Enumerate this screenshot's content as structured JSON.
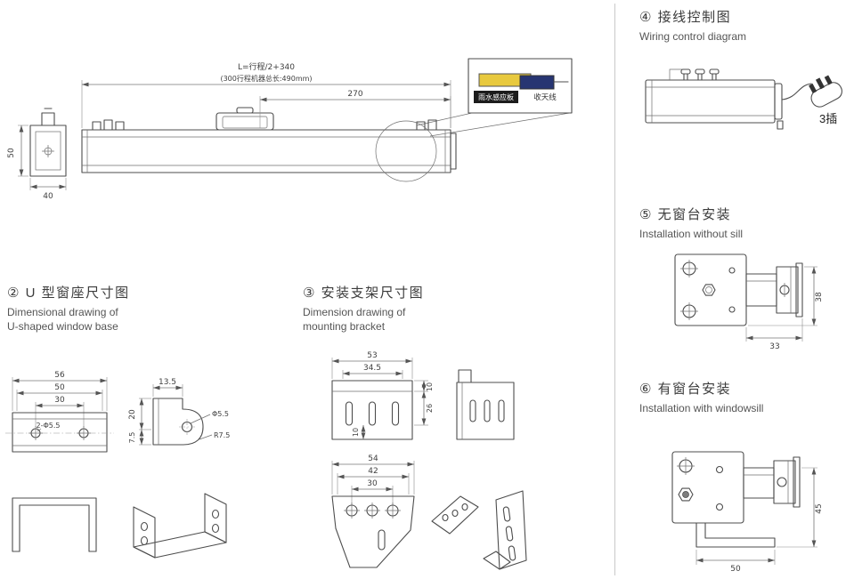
{
  "colors": {
    "sensor_board": "#e8c93e",
    "sensor_connector": "#273572",
    "label_bg": "#1c1c1c",
    "line": "#4d4d4d"
  },
  "main_drawing": {
    "dim_total_formula": "L=行程/2+340",
    "dim_total_note": "(300行程机器总长:490mm)",
    "dim_270": "270",
    "dim_height": "50",
    "dim_width": "40",
    "detail": {
      "rain_sensor_label": "雨水感应板",
      "antenna_label": "收天线"
    }
  },
  "section2": {
    "title": "② U 型窗座尺寸图",
    "subtitle1": "Dimensional drawing  of",
    "subtitle2": "U-shaped window base",
    "dims": {
      "w56": "56",
      "w50": "50",
      "w30": "30",
      "holes_label": "2-Φ5.5",
      "d13_5": "13.5",
      "d20": "20",
      "d7_5": "7.5",
      "dia": "Φ5.5",
      "r": "R7.5"
    }
  },
  "section3": {
    "title": "③ 安装支架尺寸图",
    "subtitle1": "Dimension drawing of",
    "subtitle2": "mounting bracket",
    "dims": {
      "d53": "53",
      "d34_5": "34.5",
      "d10_top": "10",
      "d26": "26",
      "d10_inner": "10",
      "d54": "54",
      "d42": "42",
      "d30": "30"
    }
  },
  "section4": {
    "title": "④ 接线控制图",
    "subtitle": "Wiring control diagram",
    "plug_label": "3插"
  },
  "section5": {
    "title": "⑤ 无窗台安装",
    "subtitle": "Installation without sill",
    "dims": {
      "d38": "38",
      "d33": "33"
    }
  },
  "section6": {
    "title": "⑥ 有窗台安装",
    "subtitle": "Installation with windowsill",
    "dims": {
      "d45": "45",
      "d50": "50"
    }
  }
}
